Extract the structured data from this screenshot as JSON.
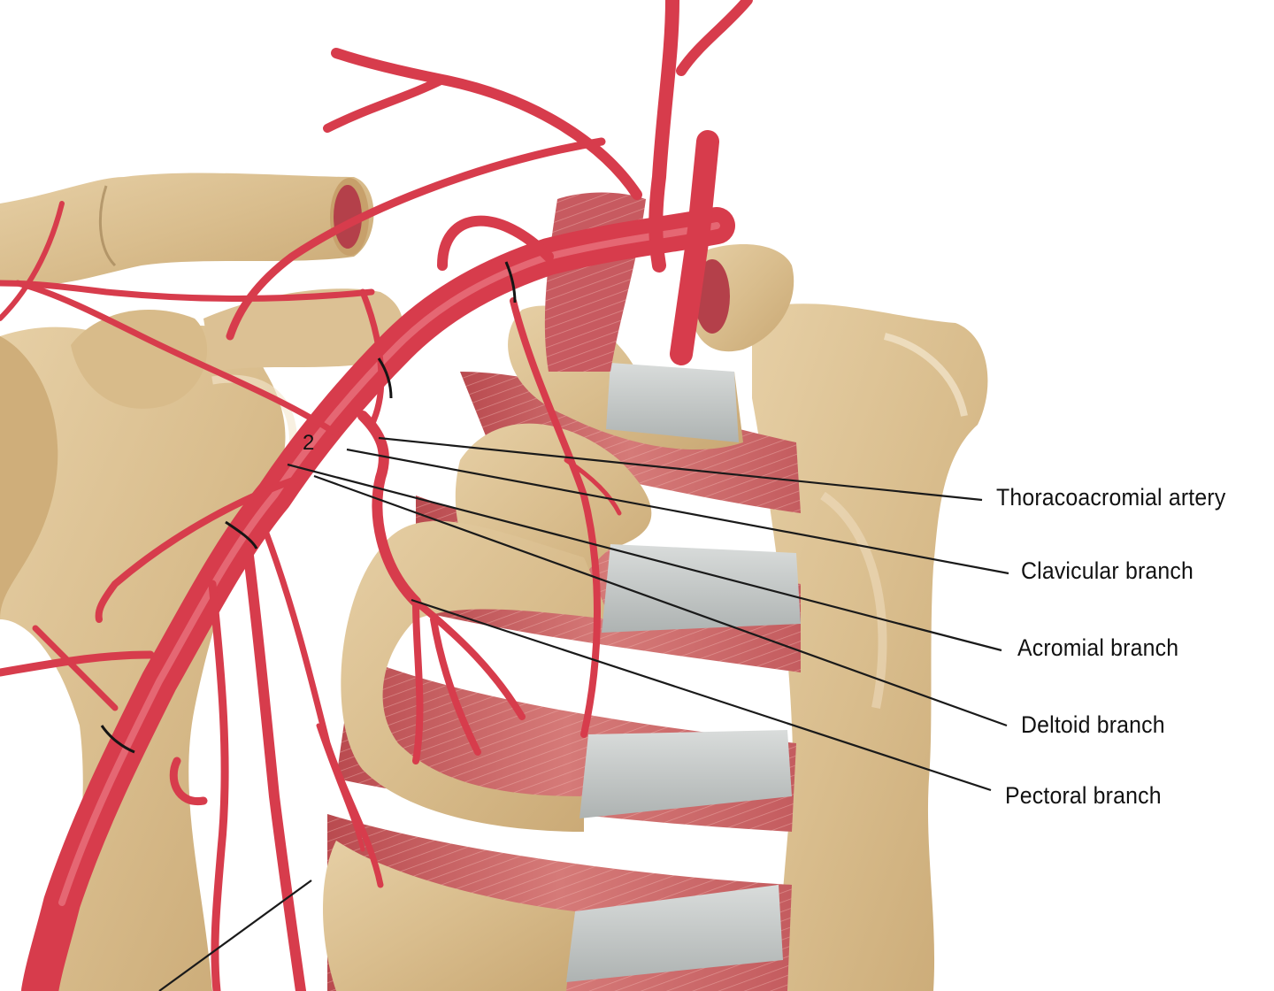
{
  "labels": {
    "thoracoacromial": "Thoracoacromial artery",
    "clavicular": "Clavicular branch",
    "acromial": "Acromial branch",
    "deltoid": "Deltoid branch",
    "pectoral": "Pectoral branch"
  },
  "segment_number": "2",
  "icons": {
    "anatomy": "shoulder-arteries-illustration"
  },
  "colors": {
    "artery": "#d8404f",
    "bone": "#dcc39a",
    "muscle": "#c95f62",
    "cartilage": "#c9cccb",
    "leader_line": "#1a1a1a"
  }
}
